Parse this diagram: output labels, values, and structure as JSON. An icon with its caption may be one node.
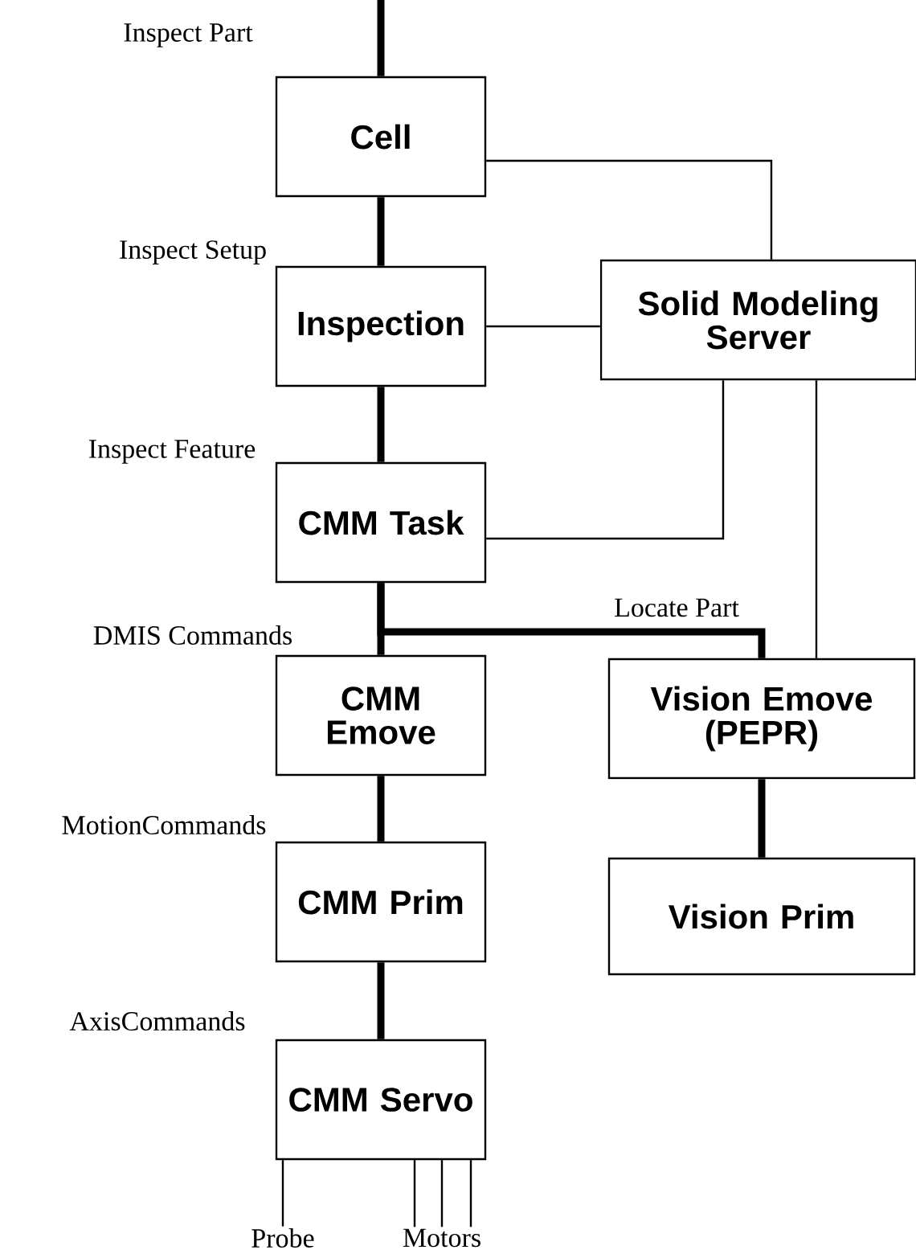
{
  "diagram": {
    "nodes": [
      {
        "text": [
          "Cell"
        ]
      },
      {
        "text": [
          "Inspection"
        ]
      },
      {
        "text": [
          "Solid Modeling Server"
        ]
      },
      {
        "text": [
          "CMM Task"
        ]
      },
      {
        "text": [
          "CMM Emove"
        ]
      },
      {
        "text": [
          "Vision Emove (PEPR)"
        ]
      },
      {
        "text": [
          "CMM Prim"
        ]
      },
      {
        "text": [
          "Vision Prim"
        ]
      },
      {
        "text": [
          "CMM Servo"
        ]
      },
      {
        "text": [
          "Probe"
        ]
      },
      {
        "text": [
          "Motors"
        ]
      }
    ],
    "edges": [
      {
        "from": null,
        "to": 0,
        "arrow": "none",
        "label": "Inspect Part",
        "style": "thick"
      },
      {
        "from": 0,
        "to": 1,
        "arrow": "none",
        "label": "Inspect Setup",
        "style": "thick"
      },
      {
        "from": 1,
        "to": 3,
        "arrow": "none",
        "label": "Inspect Feature",
        "style": "thick"
      },
      {
        "from": 3,
        "to": 4,
        "arrow": "none",
        "label": "DMIS Commands",
        "style": "thick"
      },
      {
        "from": 3,
        "to": 5,
        "arrow": "none",
        "label": "Locate Part",
        "style": "thick"
      },
      {
        "from": 4,
        "to": 6,
        "arrow": "none",
        "label": "MotionCommands",
        "style": "thick"
      },
      {
        "from": 6,
        "to": 8,
        "arrow": "none",
        "label": "AxisCommands",
        "style": "thick"
      },
      {
        "from": 5,
        "to": 7,
        "arrow": "none",
        "style": "thick"
      },
      {
        "from": 0,
        "to": 2,
        "arrow": "none"
      },
      {
        "from": 1,
        "to": 2,
        "arrow": "none"
      },
      {
        "from": 3,
        "to": 2,
        "arrow": "none"
      },
      {
        "from": 2,
        "to": 5,
        "arrow": "none"
      },
      {
        "from": 8,
        "to": 9,
        "arrow": "none"
      },
      {
        "from": 8,
        "to": 10,
        "arrow": "none"
      },
      {
        "from": 8,
        "to": 10,
        "arrow": "none"
      },
      {
        "from": 8,
        "to": 10,
        "arrow": "none"
      }
    ]
  }
}
